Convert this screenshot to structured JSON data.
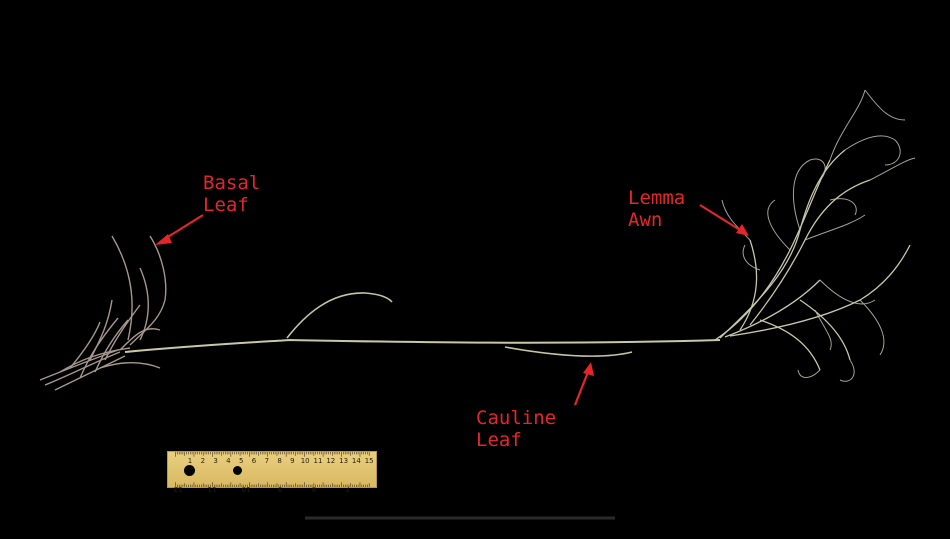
{
  "annotations": {
    "basal": {
      "line1": "Basal",
      "line2": "Leaf"
    },
    "lemma_awn": {
      "line1": "Lemma",
      "line2": "Awn"
    },
    "cauline": {
      "line1": "Cauline",
      "line2": "Leaf"
    }
  },
  "colors": {
    "background": "#000000",
    "annotation": "#e4262b",
    "stem": "#c9c7a8",
    "ruler": "#e0c270"
  },
  "ruler": {
    "top_numbers": [
      "1",
      "2",
      "3",
      "4",
      "5",
      "6",
      "7",
      "8",
      "9",
      "10",
      "11",
      "12",
      "13",
      "14",
      "15"
    ],
    "bottom_numbers": [
      "12",
      "11",
      "10",
      "9",
      "8",
      "7"
    ]
  }
}
